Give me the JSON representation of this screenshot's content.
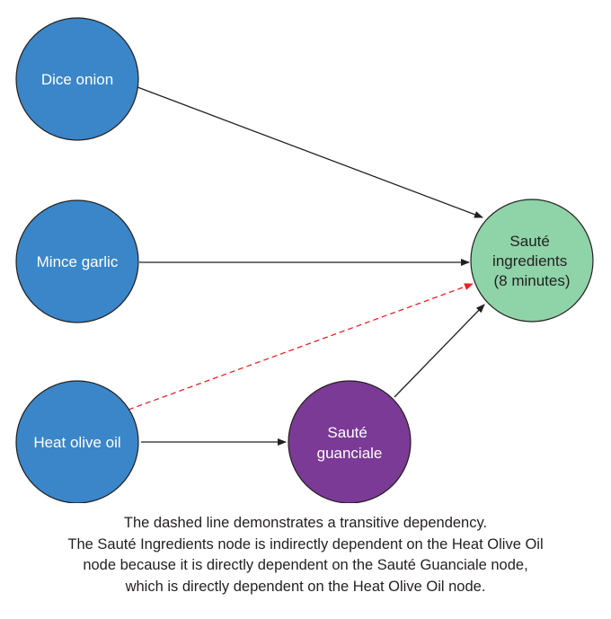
{
  "nodes": {
    "dice_onion": {
      "label_lines": [
        "Dice onion"
      ]
    },
    "mince_garlic": {
      "label_lines": [
        "Mince garlic"
      ]
    },
    "heat_olive_oil": {
      "label_lines": [
        "Heat olive oil"
      ]
    },
    "saute_guanciale": {
      "label_lines": [
        "Sauté",
        "guanciale"
      ]
    },
    "saute_ingredients": {
      "label_lines": [
        "Sauté",
        "ingredients",
        "(8 minutes)"
      ]
    }
  },
  "edges": [
    {
      "from": "dice_onion",
      "to": "saute_ingredients",
      "style": "solid"
    },
    {
      "from": "mince_garlic",
      "to": "saute_ingredients",
      "style": "solid"
    },
    {
      "from": "heat_olive_oil",
      "to": "saute_guanciale",
      "style": "solid"
    },
    {
      "from": "saute_guanciale",
      "to": "saute_ingredients",
      "style": "solid"
    },
    {
      "from": "heat_olive_oil",
      "to": "saute_ingredients",
      "style": "dashed"
    }
  ],
  "colors": {
    "task_node_fill": "#3a86c8",
    "guanciale_fill": "#7b3a96",
    "result_fill": "#8fd3a8",
    "node_stroke": "#231f20",
    "edge": "#231f20",
    "dashed_edge": "#e8232a"
  },
  "caption": {
    "lines": [
      "The dashed line demonstrates a transitive dependency.",
      "The Sauté Ingredients node is indirectly dependent on the Heat Olive Oil",
      "node because it is directly dependent on the Sauté Guanciale node,",
      "which is directly dependent on the Heat Olive Oil node."
    ]
  }
}
